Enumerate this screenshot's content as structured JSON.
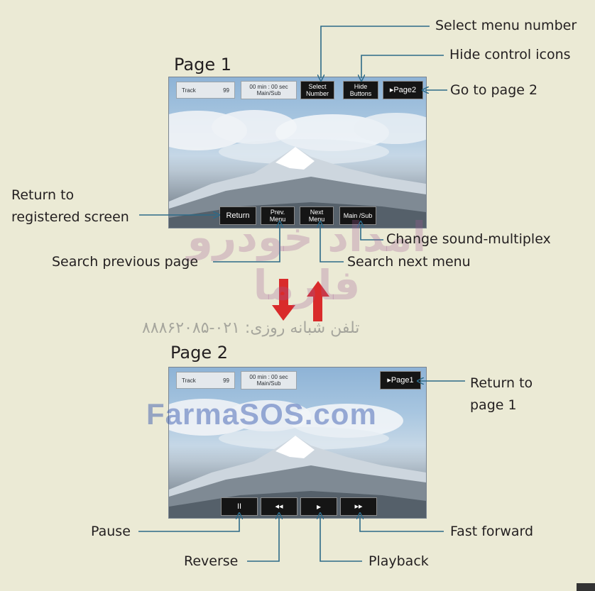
{
  "page1": {
    "title": "Page 1",
    "track_label": "Track",
    "track_value": "99",
    "time_line1": "00 min : 00 sec",
    "time_line2": "Main/Sub",
    "select_number": "Select Number",
    "hide_buttons": "Hide Buttons",
    "page2_button": "▸Page2",
    "return_button": "Return",
    "prev_menu": "Prev. Menu",
    "next_menu": "Next Menu",
    "main_sub": "Main /Sub"
  },
  "page2": {
    "title": "Page 2",
    "track_label": "Track",
    "track_value": "99",
    "time_line1": "00 min : 00 sec",
    "time_line2": "Main/Sub",
    "page1_button": "▸Page1",
    "controls": {
      "pause": "II",
      "reverse": "◂◂",
      "play": "▸",
      "fast_forward": "▸▸"
    }
  },
  "callouts": {
    "select_menu_number": "Select menu number",
    "hide_control_icons": "Hide control icons",
    "go_to_page2": "Go to page 2",
    "return_to_registered": "Return to registered screen",
    "search_previous_page": "Search previous page",
    "search_next_menu": "Search next menu",
    "change_sound_multiplex": "Change sound-multiplex",
    "return_to_page1": "Return to page 1",
    "pause": "Pause",
    "reverse": "Reverse",
    "playback": "Playback",
    "fast_forward": "Fast forward"
  },
  "watermarks": {
    "persian_name": "امداد خودرو فارما",
    "phone": "تلفن شبانه روزی: ۰۲۱-۸۸۸۶۲۰۸۵",
    "site": "FarmaSOS.com"
  },
  "colors": {
    "background": "#ebead5",
    "arrow_red": "#d92b2b",
    "callout_line": "#2d6a88"
  }
}
